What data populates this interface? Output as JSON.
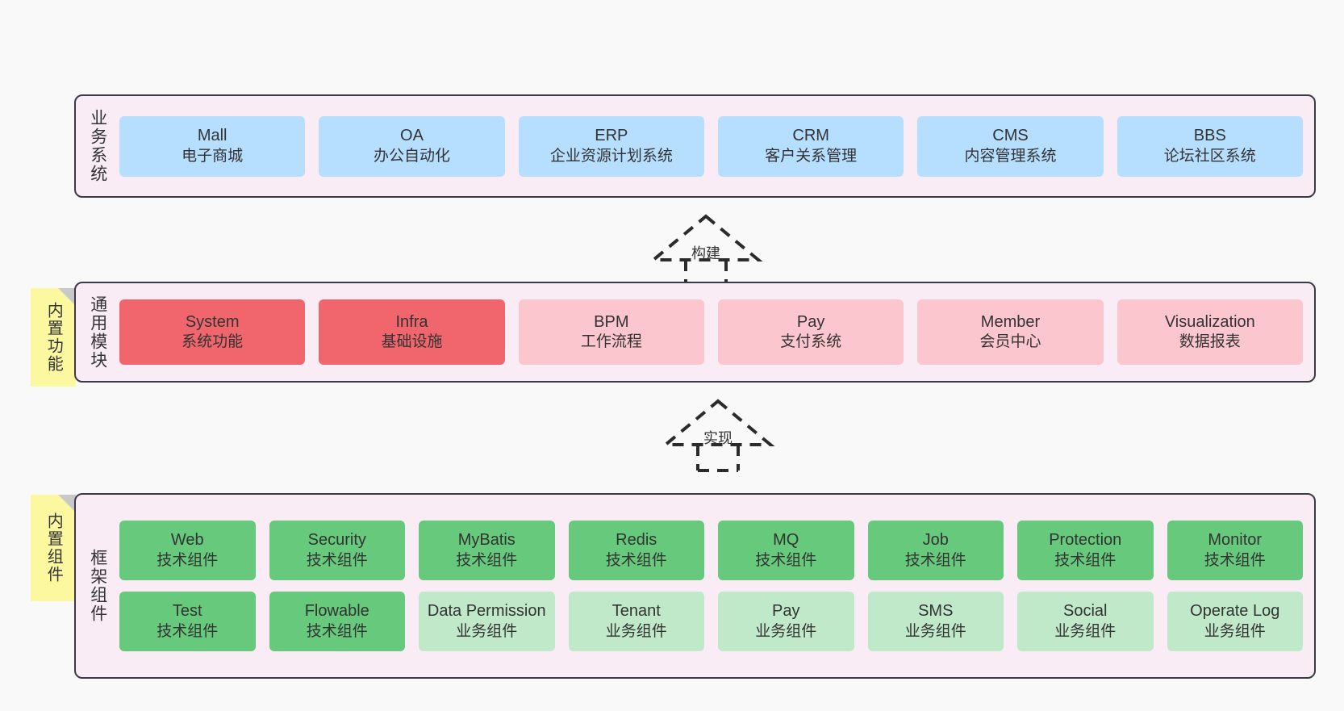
{
  "diagram": {
    "background": "#f9f9f9",
    "panel_bg": "#f9ecf5",
    "panel_border": "#3b3b47",
    "colors": {
      "blue": "#b5deff",
      "red": "#f1666d",
      "pink": "#fbc6cd",
      "green": "#66c97c",
      "mint": "#bfe9c9",
      "note": "#fbf8a0",
      "fold": "#c8c8c8"
    }
  },
  "layers": [
    {
      "id": "business-system",
      "title": "业务系统",
      "rows": [
        [
          {
            "en": "Mall",
            "cn": "电子商城",
            "color": "blue"
          },
          {
            "en": "OA",
            "cn": "办公自动化",
            "color": "blue"
          },
          {
            "en": "ERP",
            "cn": "企业资源计划系统",
            "color": "blue"
          },
          {
            "en": "CRM",
            "cn": "客户关系管理",
            "color": "blue"
          },
          {
            "en": "CMS",
            "cn": "内容管理系统",
            "color": "blue"
          },
          {
            "en": "BBS",
            "cn": "论坛社区系统",
            "color": "blue"
          }
        ]
      ]
    },
    {
      "id": "common-module",
      "title": "通用模块",
      "note": "内置功能",
      "rows": [
        [
          {
            "en": "System",
            "cn": "系统功能",
            "color": "red"
          },
          {
            "en": "Infra",
            "cn": "基础设施",
            "color": "red"
          },
          {
            "en": "BPM",
            "cn": "工作流程",
            "color": "pink"
          },
          {
            "en": "Pay",
            "cn": "支付系统",
            "color": "pink"
          },
          {
            "en": "Member",
            "cn": "会员中心",
            "color": "pink"
          },
          {
            "en": "Visualization",
            "cn": "数据报表",
            "color": "pink"
          }
        ]
      ]
    },
    {
      "id": "framework-component",
      "title": "框架组件",
      "note": "内置组件",
      "rows": [
        [
          {
            "en": "Web",
            "cn": "技术组件",
            "color": "green"
          },
          {
            "en": "Security",
            "cn": "技术组件",
            "color": "green"
          },
          {
            "en": "MyBatis",
            "cn": "技术组件",
            "color": "green"
          },
          {
            "en": "Redis",
            "cn": "技术组件",
            "color": "green"
          },
          {
            "en": "MQ",
            "cn": "技术组件",
            "color": "green"
          },
          {
            "en": "Job",
            "cn": "技术组件",
            "color": "green"
          },
          {
            "en": "Protection",
            "cn": "技术组件",
            "color": "green"
          },
          {
            "en": "Monitor",
            "cn": "技术组件",
            "color": "green"
          }
        ],
        [
          {
            "en": "Test",
            "cn": "技术组件",
            "color": "green"
          },
          {
            "en": "Flowable",
            "cn": "技术组件",
            "color": "green"
          },
          {
            "en": "Data Permission",
            "cn": "业务组件",
            "color": "mint"
          },
          {
            "en": "Tenant",
            "cn": "业务组件",
            "color": "mint"
          },
          {
            "en": "Pay",
            "cn": "业务组件",
            "color": "mint"
          },
          {
            "en": "SMS",
            "cn": "业务组件",
            "color": "mint"
          },
          {
            "en": "Social",
            "cn": "业务组件",
            "color": "mint"
          },
          {
            "en": "Operate Log",
            "cn": "业务组件",
            "color": "mint"
          }
        ]
      ]
    }
  ],
  "connectors": [
    {
      "id": "build",
      "label": "构建"
    },
    {
      "id": "implement",
      "label": "实现"
    }
  ]
}
